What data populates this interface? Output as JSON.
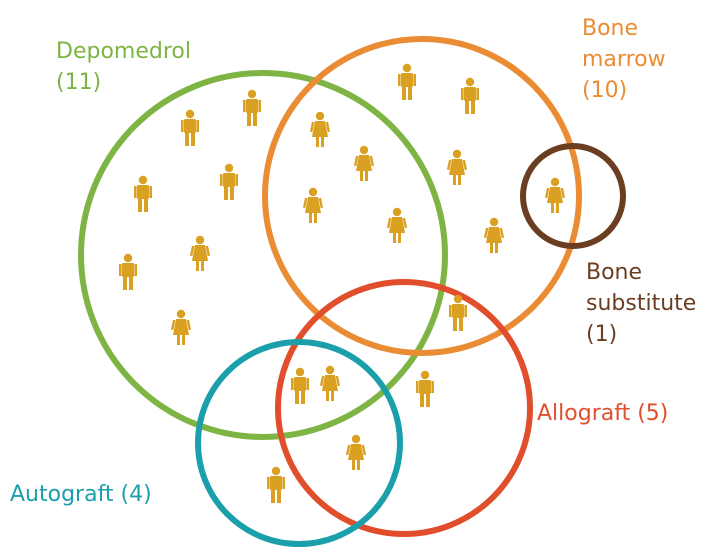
{
  "groups": [
    {
      "id": "depomedrol",
      "lines": [
        "Depomedrol",
        "(11)"
      ],
      "color": "#7db443"
    },
    {
      "id": "bone-marrow",
      "lines": [
        "Bone",
        "marrow",
        "(10)"
      ],
      "color": "#ea8c34"
    },
    {
      "id": "bone-substitute",
      "lines": [
        "Bone",
        "substitute",
        "(1)"
      ],
      "color": "#6b3e22"
    },
    {
      "id": "allograft",
      "lines": [
        "Allograft (5)"
      ],
      "color": "#e04e2c"
    },
    {
      "id": "autograft",
      "lines": [
        "Autograft (4)"
      ],
      "color": "#1b9fab"
    }
  ],
  "figure_color": "#d9a022",
  "figures": [
    {
      "sex": "male",
      "sets": [
        "depomedrol"
      ]
    },
    {
      "sex": "male",
      "sets": [
        "depomedrol"
      ]
    },
    {
      "sex": "male",
      "sets": [
        "depomedrol"
      ]
    },
    {
      "sex": "male",
      "sets": [
        "depomedrol"
      ]
    },
    {
      "sex": "female",
      "sets": [
        "depomedrol"
      ]
    },
    {
      "sex": "male",
      "sets": [
        "depomedrol"
      ]
    },
    {
      "sex": "female",
      "sets": [
        "depomedrol"
      ]
    },
    {
      "sex": "female",
      "sets": [
        "depomedrol",
        "bone-marrow"
      ]
    },
    {
      "sex": "female",
      "sets": [
        "depomedrol",
        "bone-marrow"
      ]
    },
    {
      "sex": "female",
      "sets": [
        "depomedrol",
        "bone-marrow"
      ]
    },
    {
      "sex": "female",
      "sets": [
        "depomedrol",
        "bone-marrow"
      ]
    },
    {
      "sex": "male",
      "sets": [
        "bone-marrow"
      ]
    },
    {
      "sex": "male",
      "sets": [
        "bone-marrow"
      ]
    },
    {
      "sex": "female",
      "sets": [
        "bone-marrow"
      ]
    },
    {
      "sex": "female",
      "sets": [
        "bone-marrow"
      ]
    },
    {
      "sex": "female",
      "sets": [
        "bone-marrow",
        "bone-substitute"
      ]
    },
    {
      "sex": "male",
      "sets": [
        "bone-marrow",
        "allograft"
      ]
    },
    {
      "sex": "male",
      "sets": [
        "depomedrol",
        "allograft",
        "autograft"
      ]
    },
    {
      "sex": "female",
      "sets": [
        "depomedrol",
        "allograft",
        "autograft"
      ]
    },
    {
      "sex": "male",
      "sets": [
        "allograft"
      ]
    },
    {
      "sex": "female",
      "sets": [
        "allograft",
        "autograft"
      ]
    },
    {
      "sex": "male",
      "sets": [
        "autograft"
      ]
    }
  ]
}
